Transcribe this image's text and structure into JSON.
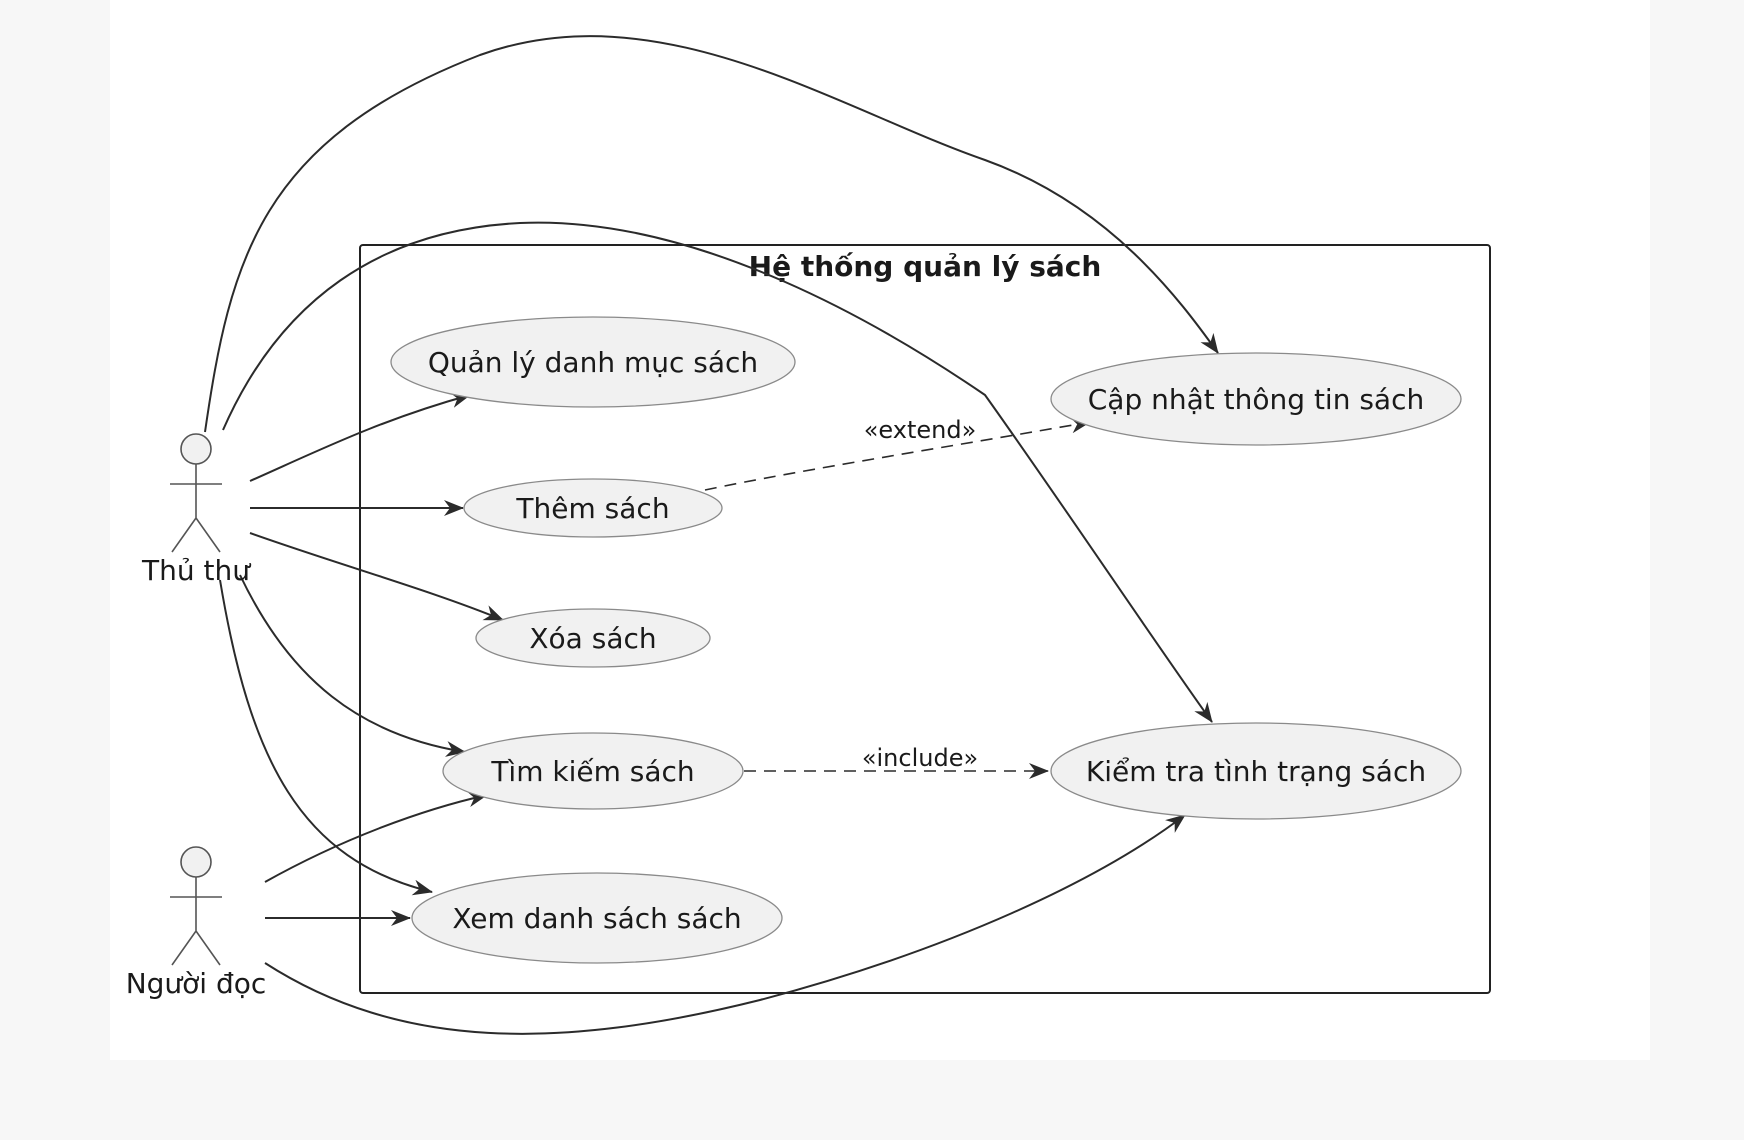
{
  "system": {
    "title": "Hệ thống quản lý sách"
  },
  "actors": {
    "librarian": {
      "label": "Thủ thư"
    },
    "reader": {
      "label": "Người đọc"
    }
  },
  "use_cases": {
    "manage_catalog": "Quản lý danh mục sách",
    "add_book": "Thêm sách",
    "delete_book": "Xóa sách",
    "search_book": "Tìm kiếm sách",
    "view_list": "Xem danh sách sách",
    "update_info": "Cập nhật thông tin sách",
    "check_status": "Kiểm tra tình trạng sách"
  },
  "relations": {
    "extend_label": "«extend»",
    "include_label": "«include»"
  },
  "colors": {
    "usecase_fill": "#f1f1f1",
    "usecase_stroke": "#8a8a8a",
    "line": "#2b2b2b"
  }
}
